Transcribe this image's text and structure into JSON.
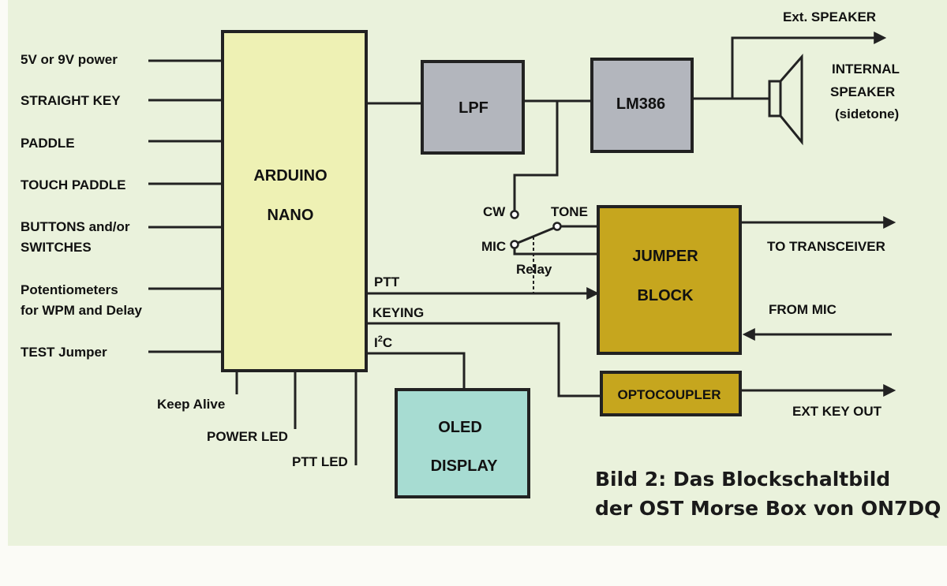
{
  "inputs": {
    "power": "5V or 9V power",
    "straight_key": "STRAIGHT KEY",
    "paddle": "PADDLE",
    "touch_paddle": "TOUCH PADDLE",
    "buttons_1": "BUTTONS and/or",
    "buttons_2": "SWITCHES",
    "pots_1": "Potentiometers",
    "pots_2": "for WPM and Delay",
    "test_jumper": "TEST Jumper"
  },
  "bottom_outputs": {
    "keep_alive": "Keep Alive",
    "power_led": "POWER LED",
    "ptt_led": "PTT LED"
  },
  "blocks": {
    "arduino_1": "ARDUINO",
    "arduino_2": "NANO",
    "lpf": "LPF",
    "lm386": "LM386",
    "jumper_1": "JUMPER",
    "jumper_2": "BLOCK",
    "optocoupler": "OPTOCOUPLER",
    "oled_1": "OLED",
    "oled_2": "DISPLAY"
  },
  "signals": {
    "ptt": "PTT",
    "keying": "KEYING",
    "i2c_pre": "I",
    "i2c_sup": "2",
    "i2c_post": "C",
    "cw": "CW",
    "tone": "TONE",
    "mic": "MIC",
    "relay": "Relay"
  },
  "outputs": {
    "ext_speaker": "Ext. SPEAKER",
    "internal_1": "INTERNAL",
    "internal_2": "SPEAKER",
    "internal_3": "(sidetone)",
    "to_transceiver": "TO TRANSCEIVER",
    "from_mic": "FROM MIC",
    "ext_key_out": "EXT KEY OUT"
  },
  "caption": {
    "line1": "Bild 2: Das Blockschaltbild",
    "line2": "der OST Morse Box von ON7DQ"
  },
  "colors": {
    "background": "#eaf2dc",
    "arduino": "#eef1b4",
    "gray_block": "#b3b6bd",
    "jumper": "#c6a61e",
    "optocoupler": "#c6a61e",
    "oled": "#a7dcd2",
    "caption": "#1a1a1a"
  }
}
